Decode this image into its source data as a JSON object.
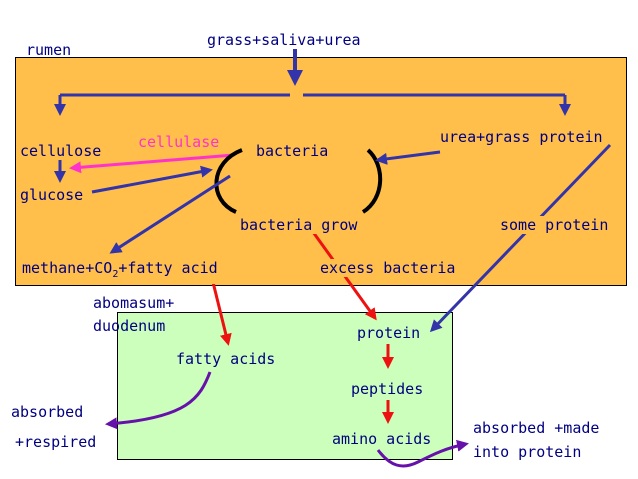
{
  "regions": {
    "rumen": "rumen",
    "abomasum_line1": "abomasum+",
    "abomasum_line2": "duodenum"
  },
  "nodes": {
    "input": "grass+saliva+urea",
    "cellulose": "cellulose",
    "cellulase": "cellulase",
    "bacteria": "bacteria",
    "urea_grass_protein": "urea+grass protein",
    "glucose": "glucose",
    "bacteria_grow": "bacteria grow",
    "some_protein": "some protein",
    "methane_prefix": "methane+CO",
    "methane_sub": "2",
    "methane_suffix": "+fatty acid",
    "excess_bacteria": "excess bacteria",
    "fatty_acids": "fatty acids",
    "protein": "protein",
    "peptides": "peptides",
    "amino_acids": "amino acids",
    "absorbed_respired_line1": "absorbed",
    "absorbed_respired_line2": "+respired",
    "absorbed_protein_line1": "absorbed +made",
    "absorbed_protein_line2": "into protein"
  },
  "colors": {
    "rumen_fill": "#ffbf4a",
    "abomasum_fill": "#ccffbb",
    "text": "#000080",
    "arrow_blue": "#3333aa",
    "arrow_red": "#ee1111",
    "arrow_pink": "#ff33cc",
    "arrow_purple": "#6611aa"
  }
}
